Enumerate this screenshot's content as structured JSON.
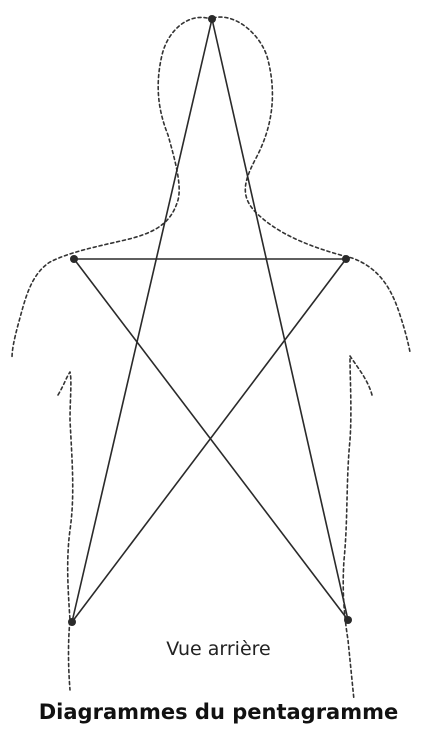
{
  "diagram": {
    "view_label": "Vue arrière",
    "caption": "Diagrammes du pentagramme",
    "vertices": [
      "head",
      "left-shoulder",
      "right-shoulder",
      "left-foot",
      "right-foot"
    ]
  }
}
